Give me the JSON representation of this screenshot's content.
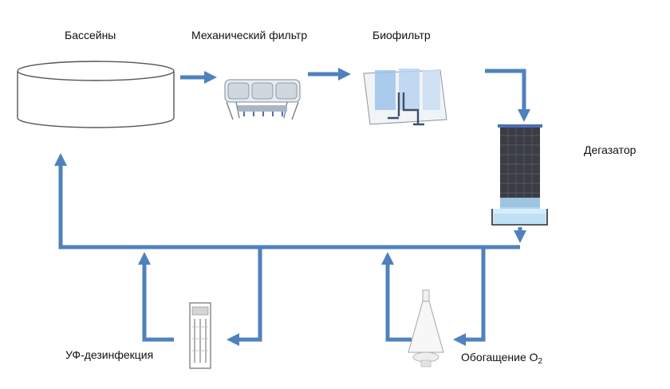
{
  "labels": {
    "pools": "Бассейны",
    "mechanical_filter": "Механический фильтр",
    "biofilter": "Биофильтр",
    "degasser": "Дегазатор",
    "uv_disinfection": "УФ-дезинфекция",
    "oxygen_enrichment": "Обогащение O",
    "oxygen_subscript": "2"
  },
  "colors": {
    "flow": "#4f81bd",
    "tank_outline": "#555555",
    "equipment": "#b8c2cc",
    "media": "#3a3d44",
    "water": "#8fc4ee"
  },
  "icons": {
    "pools": "cylindrical-tank-icon",
    "mechanical_filter": "drum-filter-icon",
    "biofilter": "biofilter-tank-icon",
    "degasser": "degasser-column-icon",
    "uv": "uv-unit-icon",
    "oxygen": "oxygen-cone-icon"
  }
}
